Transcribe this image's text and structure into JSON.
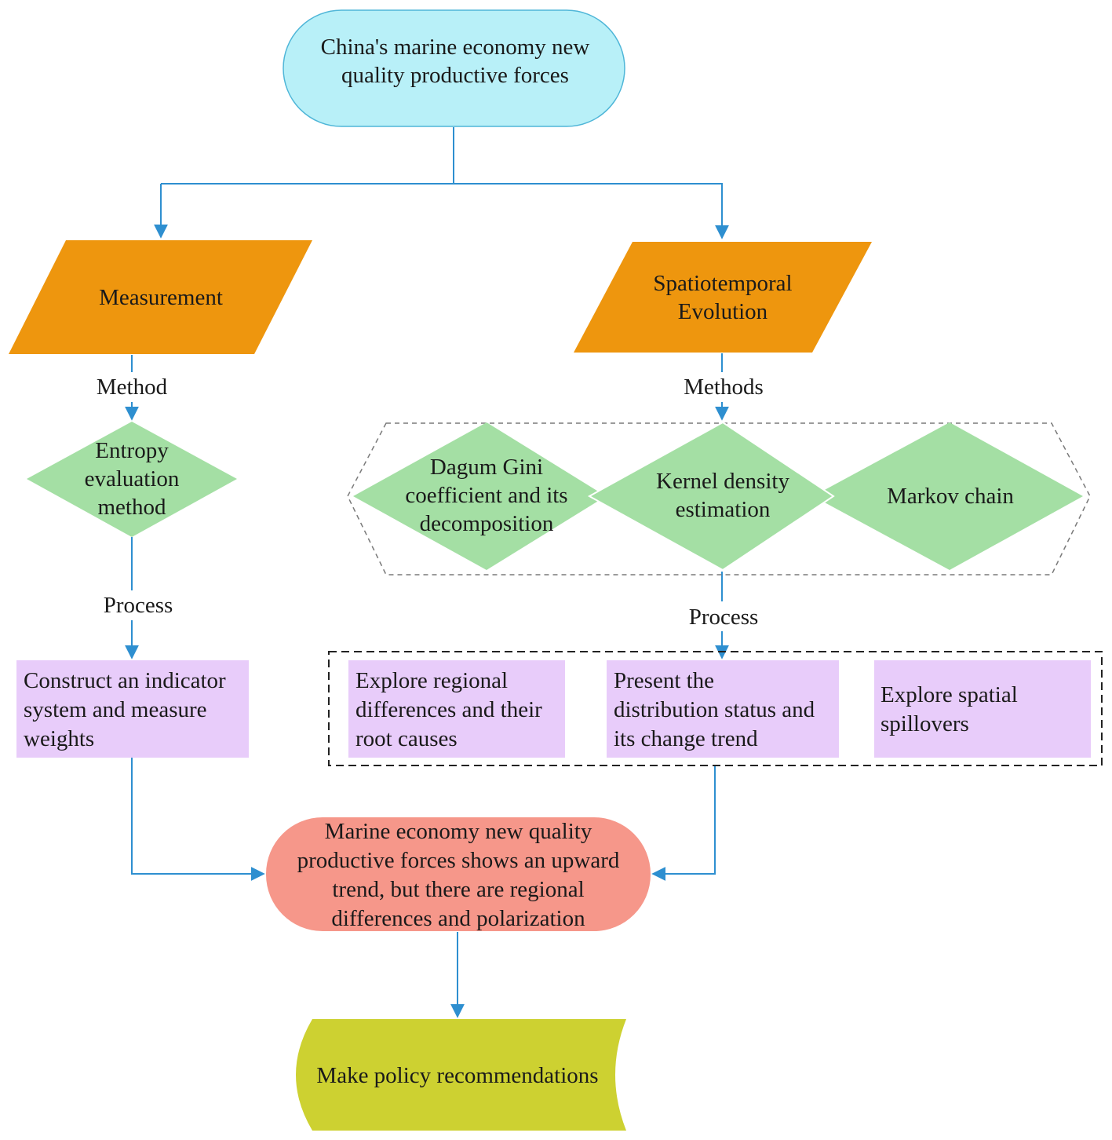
{
  "colors": {
    "connector": "#2e8fd0",
    "start_fill": "#b8f0f8",
    "start_stroke": "#4fb6d8",
    "category_fill": "#ee960e",
    "method_fill": "#a4dfa4",
    "process_fill": "#e8ccfa",
    "result_fill": "#f6978a",
    "output_fill": "#cdd131",
    "group_stroke": "#7a7a7a",
    "process_group_stroke": "#222222"
  },
  "nodes": {
    "start": {
      "lines": [
        "China's marine economy new",
        "quality productive forces"
      ]
    },
    "measurement": {
      "lines": [
        "Measurement"
      ]
    },
    "spatiotemporal": {
      "lines": [
        "Spatiotemporal",
        "Evolution"
      ]
    },
    "entropy": {
      "lines": [
        "Entropy",
        "evaluation",
        "method"
      ]
    },
    "dagum": {
      "lines": [
        "Dagum Gini",
        "coefficient and its",
        "decomposition"
      ]
    },
    "kernel": {
      "lines": [
        "Kernel density",
        "estimation"
      ]
    },
    "markov": {
      "lines": [
        "Markov chain"
      ]
    },
    "construct": {
      "lines": [
        "Construct an indicator",
        "system and measure",
        "weights"
      ]
    },
    "explore_regional": {
      "lines": [
        "Explore regional",
        "differences and their",
        "root causes"
      ]
    },
    "present_distribution": {
      "lines": [
        "Present the",
        "distribution status and",
        "its change trend"
      ]
    },
    "explore_spatial": {
      "lines": [
        "Explore spatial",
        "spillovers"
      ]
    },
    "result": {
      "lines": [
        "Marine economy new quality",
        "productive forces shows an upward",
        "trend, but there are regional",
        "differences and polarization"
      ]
    },
    "policy": {
      "lines": [
        "Make policy recommendations"
      ]
    }
  },
  "edge_labels": {
    "left_method": "Method",
    "right_methods": "Methods",
    "left_process": "Process",
    "right_process": "Process"
  }
}
